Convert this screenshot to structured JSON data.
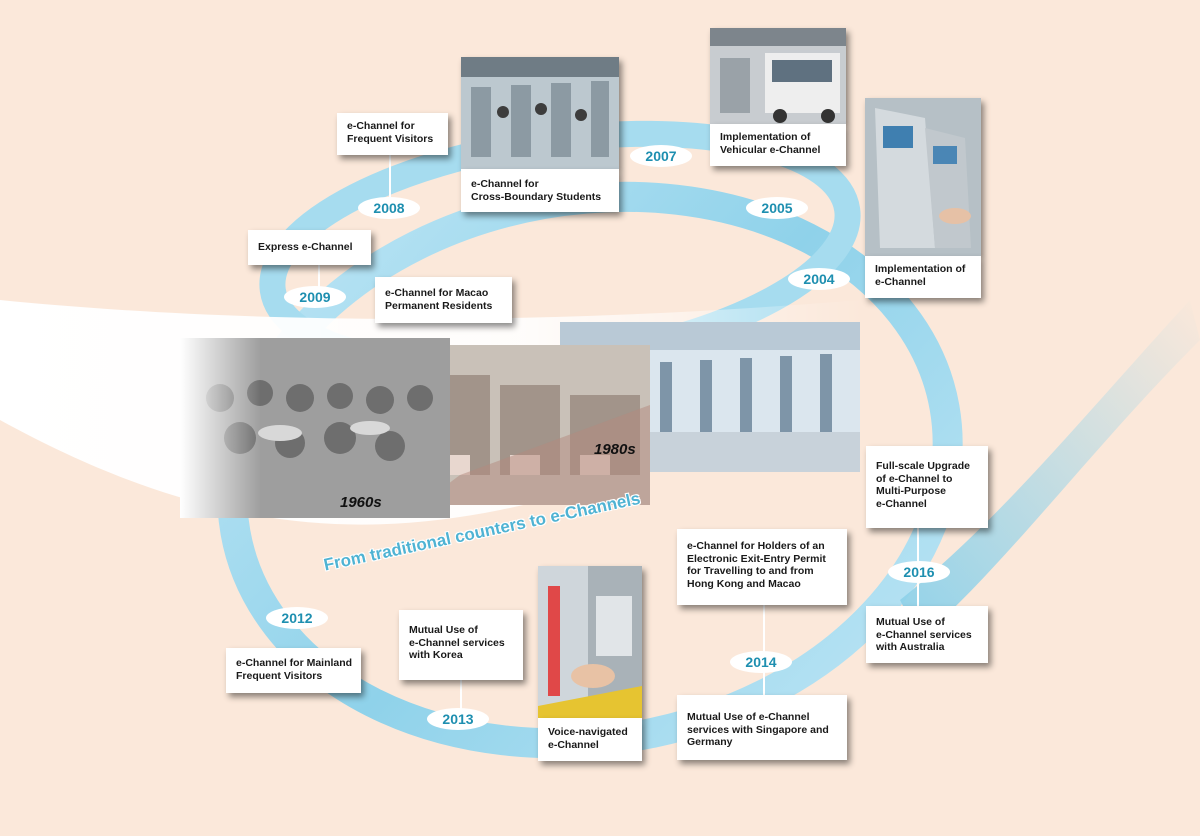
{
  "slogan": "From traditional counters to e-Channels",
  "eras": {
    "e1960": "1960s",
    "e1980": "1980s"
  },
  "colors": {
    "background": "#fbe8da",
    "ring": "#8fd2ea",
    "ring_dark": "#4fb3d3",
    "year_text": "#1e8fb0"
  },
  "years": {
    "y2004": "2004",
    "y2005": "2005",
    "y2007": "2007",
    "y2008": "2008",
    "y2009": "2009",
    "y2012": "2012",
    "y2013": "2013",
    "y2014": "2014",
    "y2016": "2016"
  },
  "milestones": {
    "frequent_visitors": "e-Channel for\nFrequent Visitors",
    "cross_boundary": "e-Channel for\nCross-Boundary Students",
    "vehicular": "Implementation of\nVehicular e-Channel",
    "implementation": "Implementation of\ne-Channel",
    "express": "Express e-Channel",
    "macao": "e-Channel for Macao\nPermanent Residents",
    "upgrade": "Full-scale Upgrade\nof e-Channel to\nMulti-Purpose\ne-Channel",
    "exit_entry": "e-Channel for Holders of an\nElectronic Exit-Entry Permit\nfor Travelling to and from\nHong Kong and Macao",
    "australia": "Mutual Use of\ne-Channel services\nwith Australia",
    "korea": "Mutual Use of\ne-Channel services\nwith Korea",
    "mainland": "e-Channel for Mainland\nFrequent Visitors",
    "voice": "Voice-navigated\ne-Channel",
    "singapore_germany": "Mutual Use of e-Channel\nservices with Singapore and\nGermany"
  },
  "photos": {
    "students": "gate-photo",
    "vehicle": "truck-photo",
    "kiosk": "kiosk-photo",
    "voice": "fingerprint-photo",
    "hall_1960": "crowd-photo",
    "hall_1980": "counter-photo",
    "hall_modern": "egate-hall-photo"
  }
}
